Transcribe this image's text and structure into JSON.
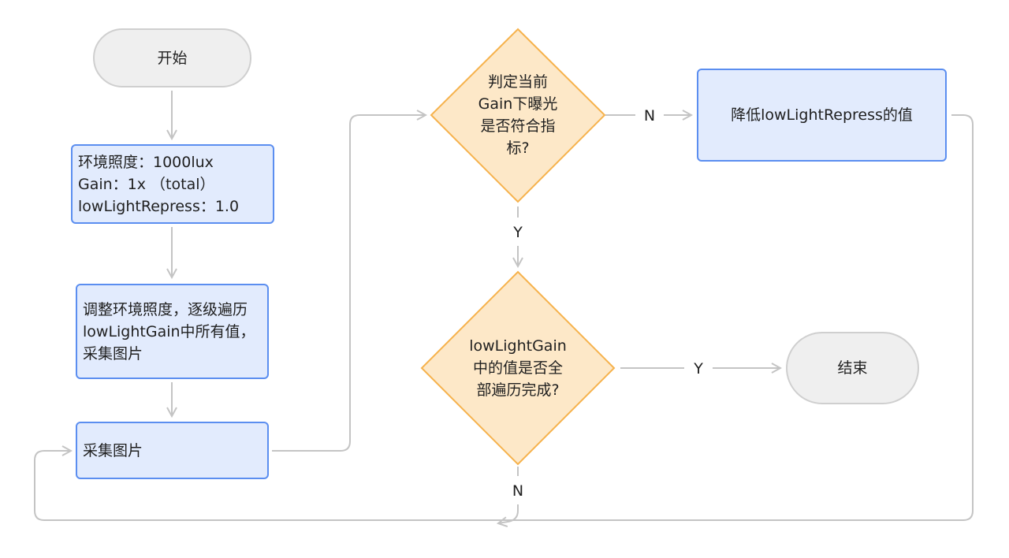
{
  "colors": {
    "terminal_fill": "#efefef",
    "terminal_stroke": "#cfcfcf",
    "process_fill": "#e2ebfd",
    "process_stroke": "#5b8ef0",
    "decision_fill": "#fde8c8",
    "decision_stroke": "#f6b24c",
    "connector": "#c4c4c4"
  },
  "nodes": {
    "start": {
      "label": "开始"
    },
    "init": {
      "lines": [
        "环境照度：1000lux",
        "Gain：1x （total）",
        "lowLightRepress：1.0"
      ]
    },
    "adjust": {
      "lines": [
        "调整环境照度，逐级遍历",
        "lowLightGain中所有值，",
        "采集图片"
      ]
    },
    "capture": {
      "label": "采集图片"
    },
    "check_exposure": {
      "lines": [
        "判定当前",
        "Gain下曝光",
        "是否符合指",
        "标?"
      ]
    },
    "reduce": {
      "label": "降低lowLightRepress的值"
    },
    "check_done": {
      "lines": [
        "lowLightGain",
        "中的值是否全",
        "部遍历完成?"
      ]
    },
    "end": {
      "label": "结束"
    }
  },
  "edges": {
    "exposure_no": "N",
    "exposure_yes": "Y",
    "done_yes": "Y",
    "done_no": "N"
  }
}
